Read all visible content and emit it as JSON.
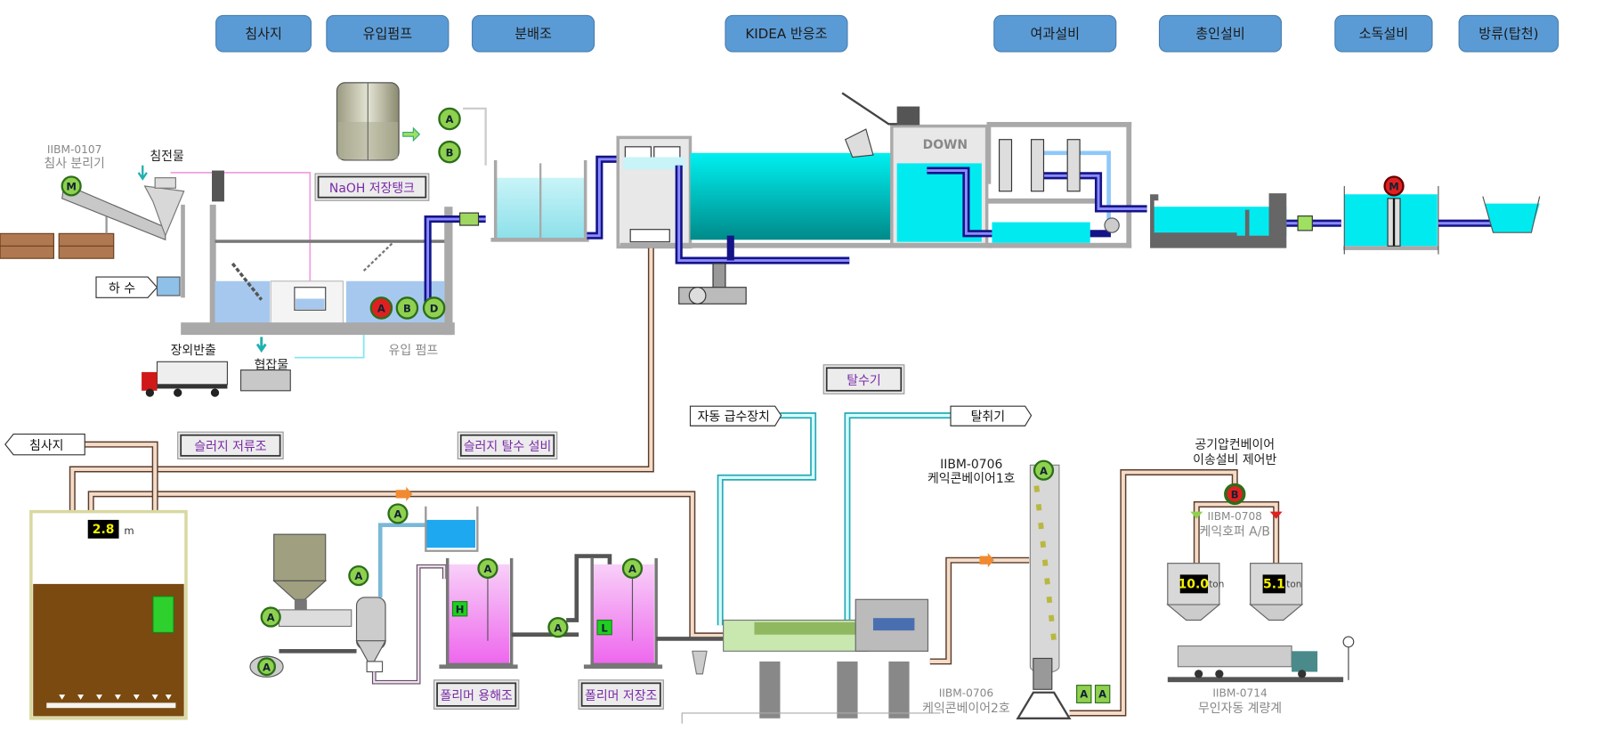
{
  "nav_buttons": [
    {
      "label": "침사지"
    },
    {
      "label": "유입펌프"
    },
    {
      "label": "분배조"
    },
    {
      "label": "KIDEA 반응조"
    },
    {
      "label": "여과설비"
    },
    {
      "label": "총인설비"
    },
    {
      "label": "소독설비"
    },
    {
      "label": "방류(탑천)"
    }
  ],
  "grit": {
    "equip_id": "IIBM-0107",
    "equip_name": "침사 분리기",
    "sediment": "침전물",
    "inflow_tag": "하 수",
    "offsite": "장외반출",
    "screenings": "협잡물",
    "pump_label": "유입 펌프"
  },
  "naoh": {
    "label": "NaOH 저장탱크"
  },
  "reactor": {
    "down_label": "DOWN"
  },
  "sludge": {
    "grit_tag": "침사지",
    "storage_label": "슬러지 저류조",
    "dewater_label": "슬러지 탈수 설비",
    "level_value": "2.8",
    "level_unit": "m",
    "polymer_dissolve": "폴리머 용해조",
    "polymer_storage": "폴리머 저장조",
    "auto_water_tag": "자동 급수장치",
    "dewaterer_label": "탈수기",
    "deodorizer_tag": "탈취기"
  },
  "cake": {
    "conv1_id": "IIBM-0706",
    "conv1_name": "케익콘베이어1호",
    "conv2_id": "IIBM-0706",
    "conv2_name": "케익콘베이어2호",
    "pneumatic_line1": "공기압컨베이어",
    "pneumatic_line2": "이송설비 제어반",
    "hopper_id": "IIBM-0708",
    "hopper_name": "케익호퍼 A/B",
    "hopper_a_value": "10.0",
    "hopper_b_value": "5.1",
    "hopper_unit": "ton",
    "scale_id": "IIBM-0714",
    "scale_name": "무인자동 계량계"
  },
  "badge_letters": {
    "a": "A",
    "b": "B",
    "d": "D",
    "m": "M",
    "h": "H",
    "l": "L"
  },
  "colors": {
    "running": "#8fd14f",
    "stopped": "#e02020",
    "nav_button": "#5b9bd5",
    "water": "#00e5ee",
    "sludge": "#7a4a10",
    "polymer": "#f080f0"
  }
}
